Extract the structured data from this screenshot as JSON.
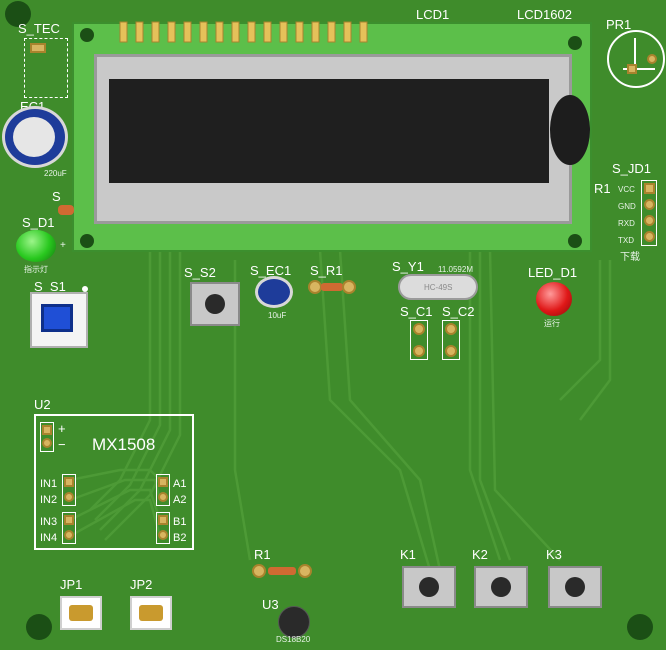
{
  "labels": {
    "s_tec": "S_TEC",
    "ec1": "EC1",
    "lcd1": "LCD1",
    "lcd1602": "LCD1602",
    "pr1": "PR1",
    "s_jd1": "S_JD1",
    "r1_top": "R1",
    "s_d1": "S_D1",
    "s_s1": "S_S1",
    "s_s2": "S_S2",
    "s_ec1": "S_EC1",
    "s_r1": "S_R1",
    "s_y1": "S_Y1",
    "s_c1": "S_C1",
    "s_c2": "S_C2",
    "led_d1": "LED_D1",
    "u2": "U2",
    "mx1508": "MX1508",
    "plus": "+",
    "minus": "−",
    "in1": "IN1",
    "in2": "IN2",
    "in3": "IN3",
    "in4": "IN4",
    "a1": "A1",
    "a2": "A2",
    "b1": "B1",
    "b2": "B2",
    "jp1": "JP1",
    "jp2": "JP2",
    "r1_bottom": "R1",
    "u3": "U3",
    "k1": "K1",
    "k2": "K2",
    "k3": "K3"
  },
  "small_text": {
    "ec1_value": "220uF",
    "s_ec1_value": "10uF",
    "crystal_freq": "11.0592M",
    "crystal_body": "HC-49S",
    "jd1_pins": [
      "VCC",
      "GND",
      "RXD",
      "TXD"
    ],
    "jd1_label": "下载",
    "s_d1_label": "指示灯",
    "led_label": "运行",
    "u3_label": "DS18B20",
    "d1_plus": "+"
  },
  "colors": {
    "pcb": "#3f8c2b",
    "lcd_green": "#5cbf4a",
    "lcd_bezel": "#c9c9c9",
    "lcd_screen": "#1f1f1f",
    "led_green": "#28c81e",
    "led_red": "#e01818",
    "switch_blue": "#1f4fd6",
    "silkscreen": "#ffffff",
    "pad_gold": "#d8b560"
  }
}
